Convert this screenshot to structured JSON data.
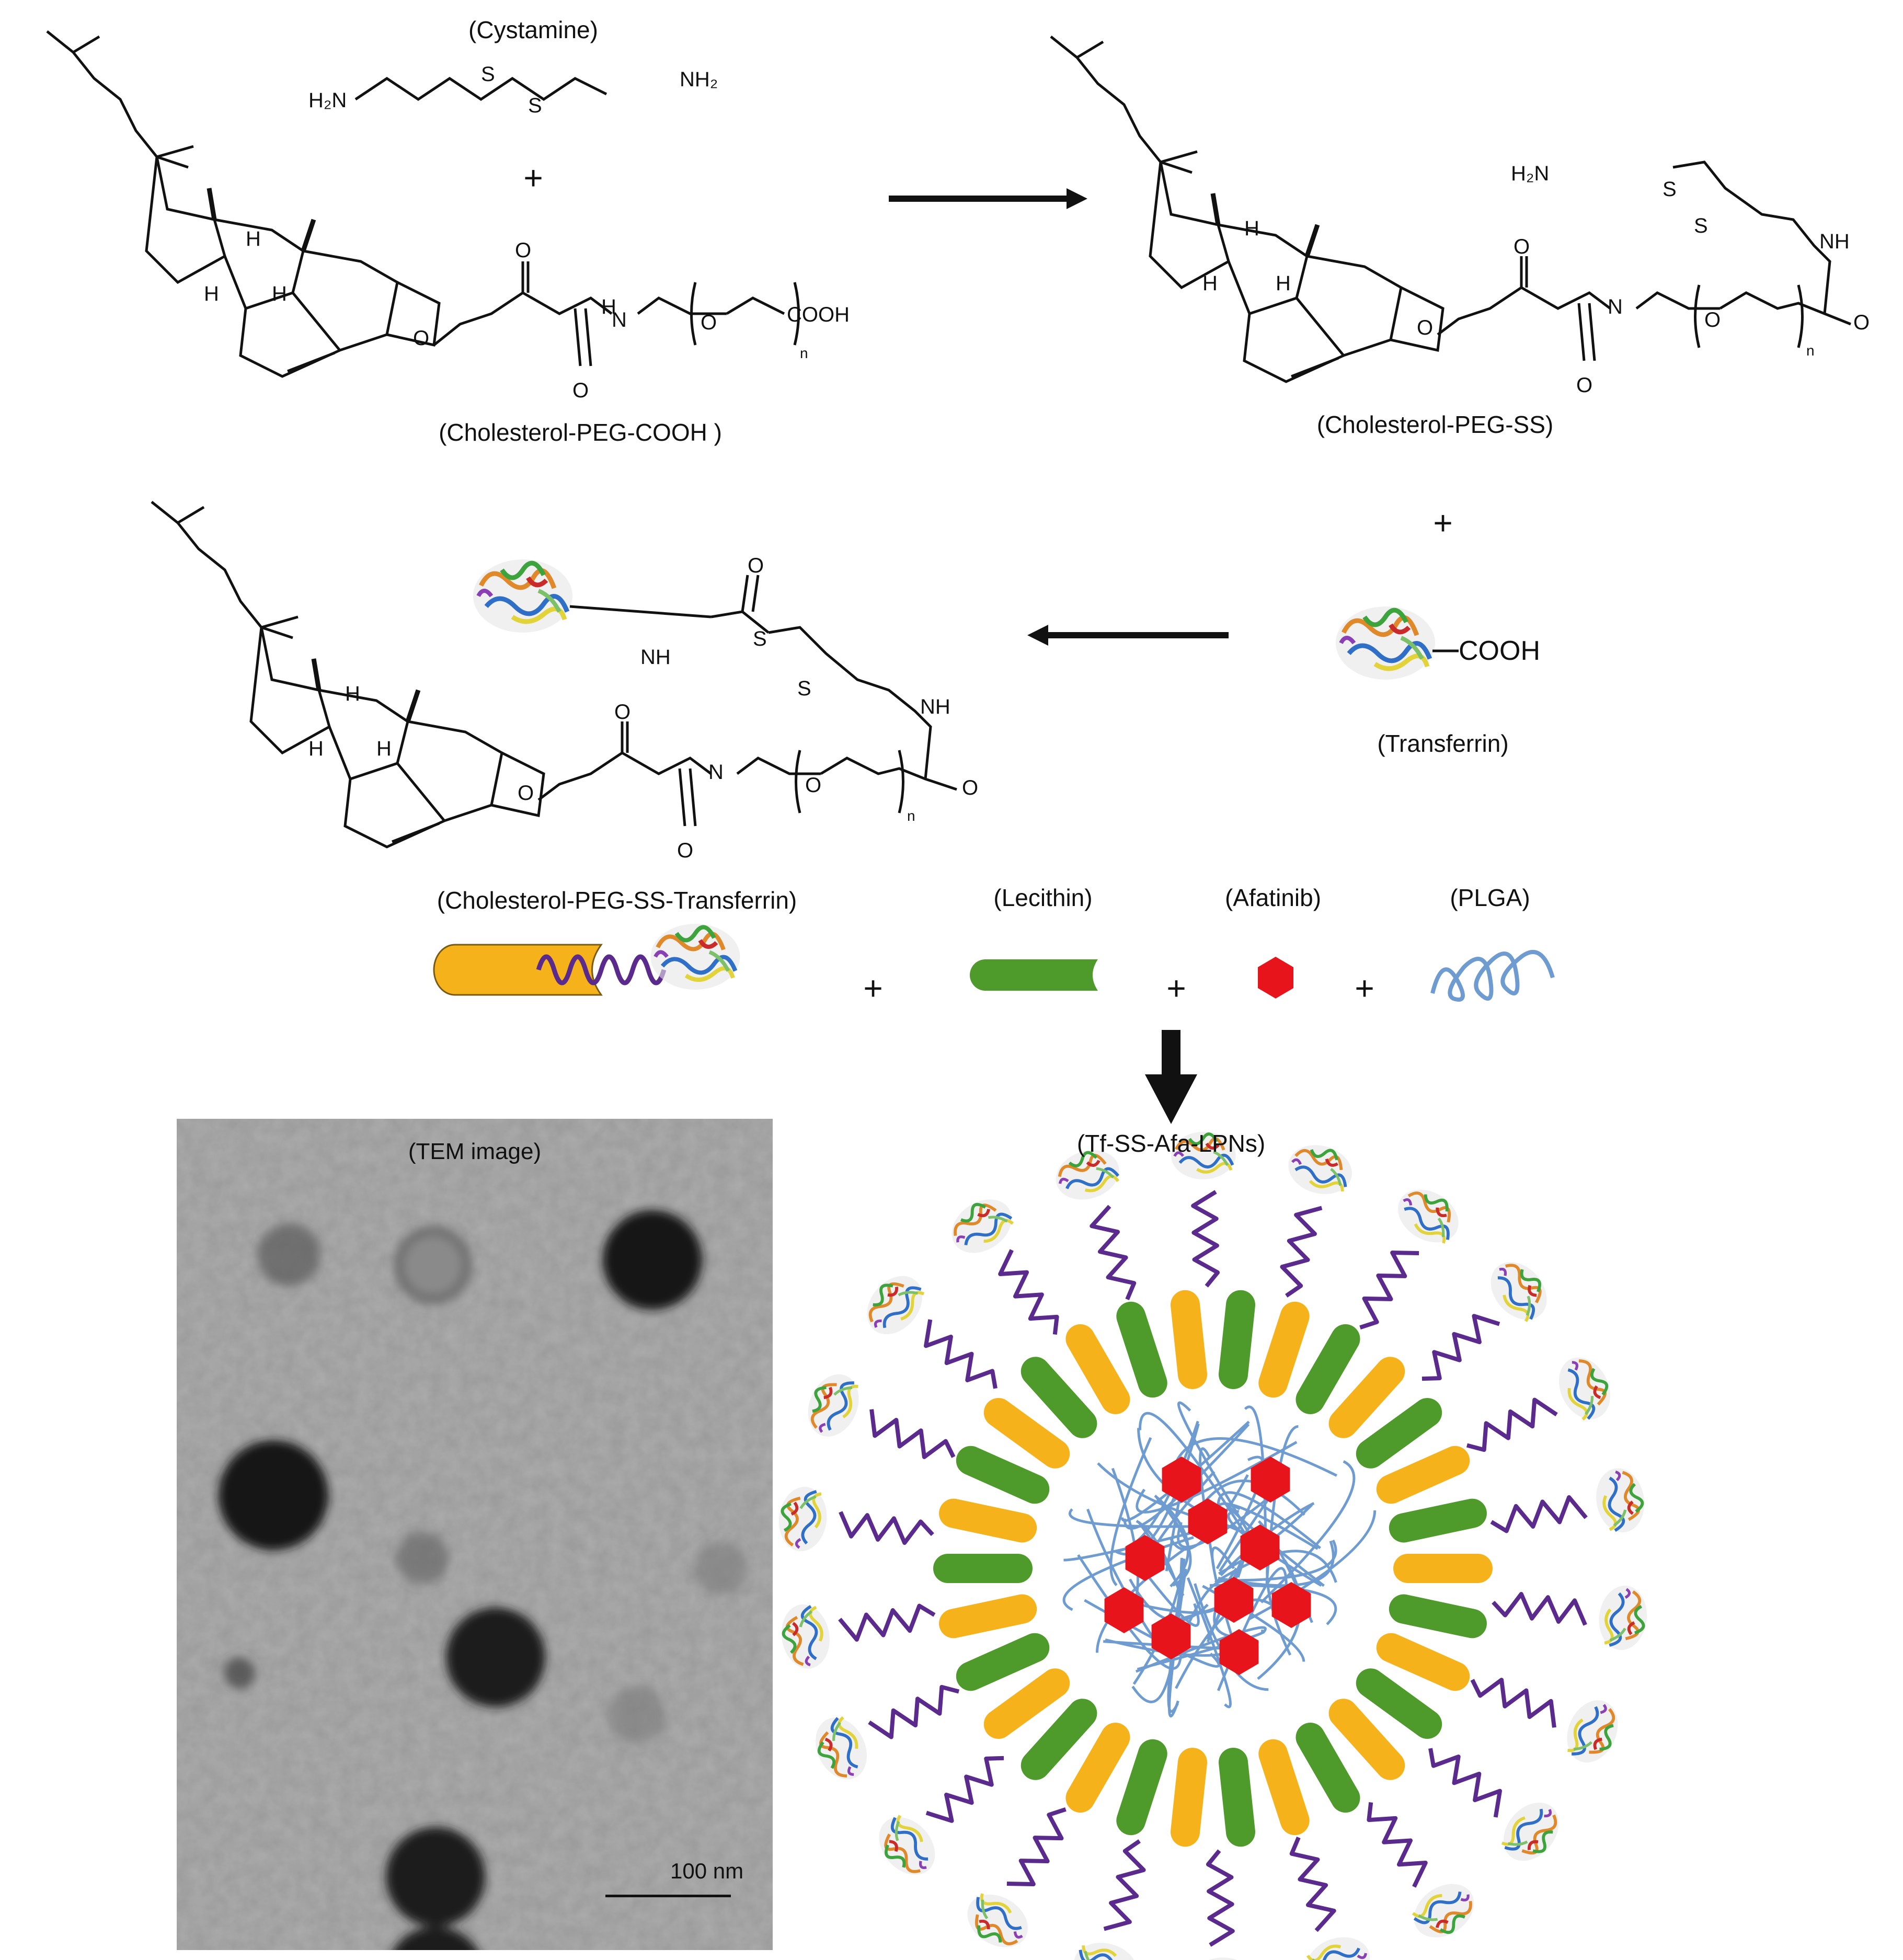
{
  "labels": {
    "cystamine": "(Cystamine)",
    "chol_peg_cooh": "(Cholesterol-PEG-COOH )",
    "chol_peg_ss": "(Cholesterol-PEG-SS)",
    "transferrin": "(Transferrin)",
    "chol_peg_ss_tf": "(Cholesterol-PEG-SS-Transferrin)",
    "lecithin": "(Lecithin)",
    "afatinib": "(Afatinib)",
    "plga": "(PLGA)",
    "product": "(Tf-SS-Afa-LPNs)",
    "tem_title": "(TEM image)",
    "scale_bar": "100 nm"
  },
  "atoms": {
    "h2n": "H₂N",
    "nh2": "NH₂",
    "s": "S",
    "o": "O",
    "nh": "NH",
    "n": "N",
    "h": "H",
    "cooh": "COOH",
    "sub_n": "n"
  },
  "symbols": {
    "plus": "+"
  },
  "colors": {
    "cholesterol": "#F5B21B",
    "lecithin": "#4E9A2A",
    "afatinib": "#E8141B",
    "plga": "#6E9BD0",
    "peg": "#5A2A8C",
    "tem_bg": "#9a9a9a",
    "tem_particle": "#151515"
  },
  "icons": [
    "transferrin-protein-icon",
    "reaction-arrow-icon",
    "cholesterol-block-icon",
    "lecithin-block-icon",
    "afatinib-hexagon-icon",
    "plga-coil-icon",
    "nanoparticle-icon"
  ]
}
